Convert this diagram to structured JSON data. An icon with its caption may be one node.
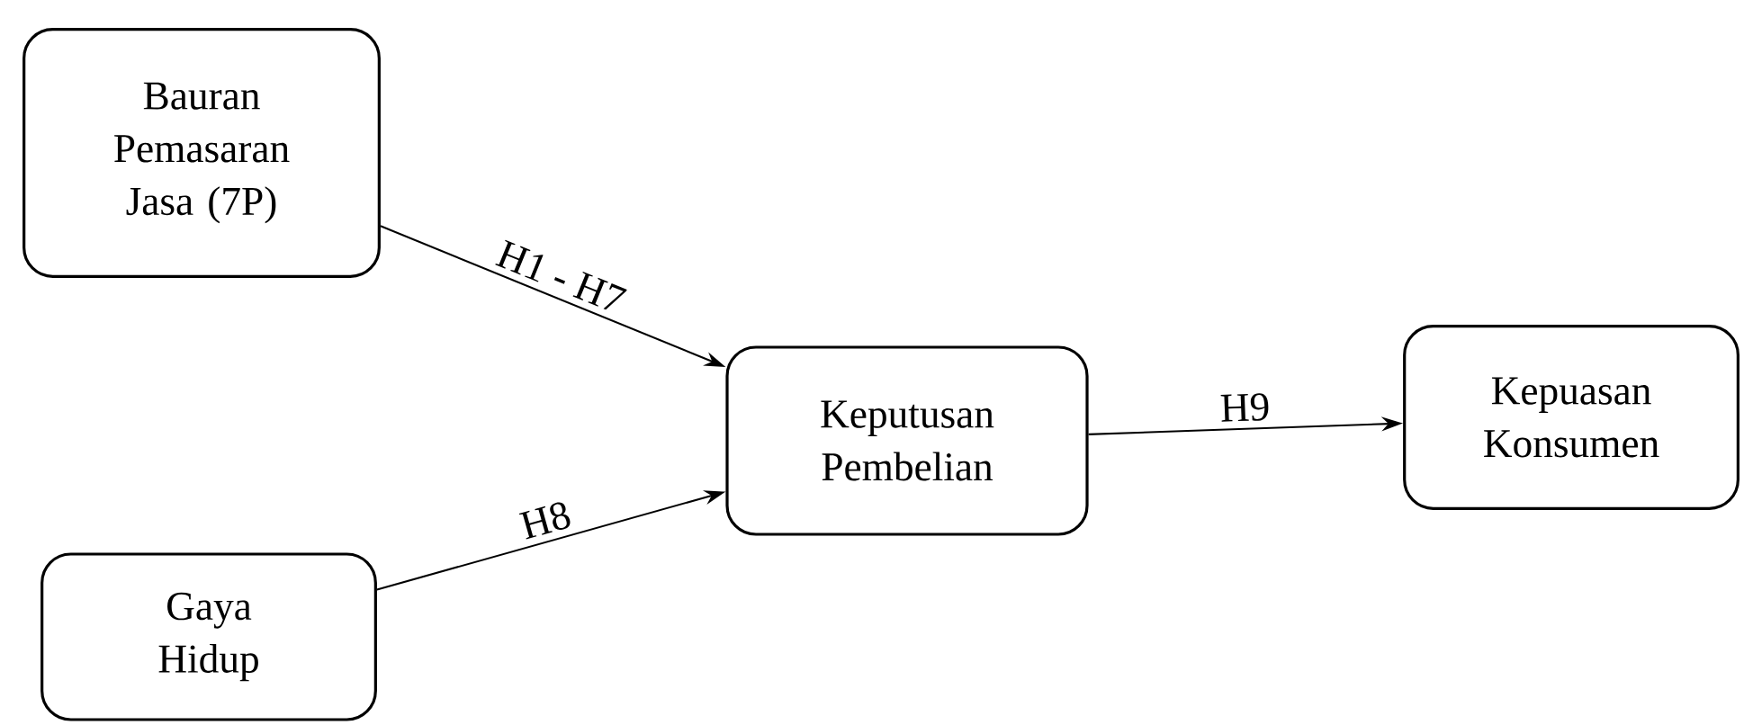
{
  "diagram": {
    "nodes": [
      {
        "text": [
          "Bauran Pemasaran Jasa (7P)"
        ]
      },
      {
        "text": [
          "Gaya Hidup"
        ]
      },
      {
        "text": [
          "Keputusan Pembelian"
        ]
      },
      {
        "text": [
          "Kepuasan Konsumen"
        ]
      }
    ],
    "edges": [
      {
        "from": 0,
        "to": 2,
        "arrow": "to",
        "label": "H1 - H7"
      },
      {
        "from": 1,
        "to": 2,
        "arrow": "to",
        "label": "H8"
      },
      {
        "from": 2,
        "to": 3,
        "arrow": "to",
        "label": "H9"
      }
    ]
  }
}
